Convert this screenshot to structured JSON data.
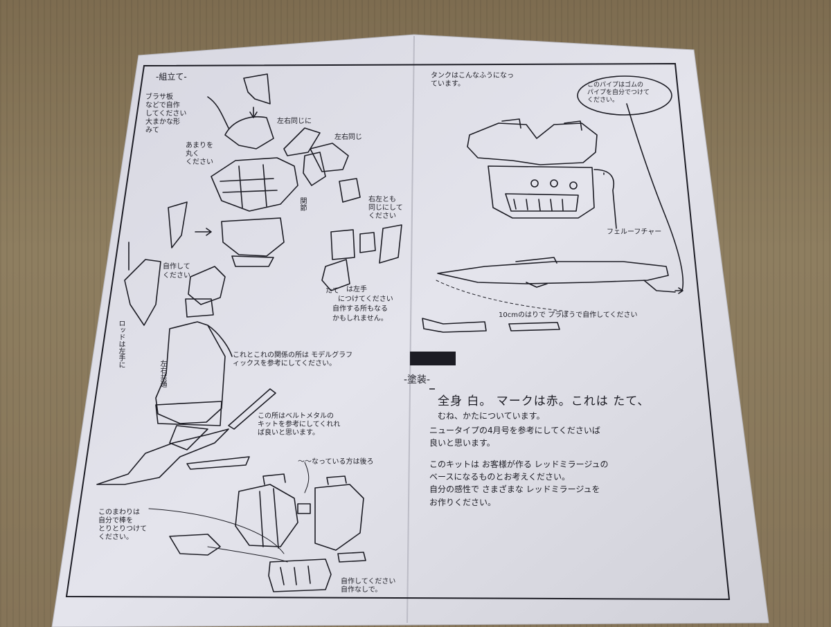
{
  "assembly": {
    "section_title": "-組立て-",
    "note_parts_head": [
      "ブラサ板",
      "などで自作",
      "してください",
      "大まかな形",
      "みて"
    ],
    "note_left_right_1": "左右同じに",
    "note_left_right_2": "左右同じ",
    "note_round": [
      "あまりを",
      "丸く",
      "ください"
    ],
    "note_right_left_same": [
      "右左とも",
      "同じにして",
      "ください"
    ],
    "note_shield": [
      "たて",
      "は左手",
      "につけてください",
      "自作する所もなる",
      "かもしれません。"
    ],
    "note_reference": "これとこれの関係の所は モデルグラフィックスを参考にしてください。",
    "note_metal": [
      "この所はベルトメタルの",
      "キットを参考にしてくれれ",
      "ば良いと思います。"
    ],
    "note_rod": "左右共通",
    "note_left_rod": "ロッドは左手に",
    "note_self_make": [
      "自作して",
      "ください"
    ],
    "note_wave": "〜〜なっている方は後ろ",
    "note_bottom_left": [
      "このまわりは",
      "自分で棒を",
      "とりとりつけて",
      "ください。"
    ],
    "note_bottom_right": [
      "自作してください",
      "自作なしで。"
    ],
    "note_misc_small": "関節"
  },
  "tank": {
    "note_top": [
      "タンクはこんなふうになっ",
      "ています。"
    ],
    "note_bubble": [
      "このパイプはゴムの",
      "パイプを自分でつけて",
      "ください。"
    ],
    "note_fuel": "フェルーフチャー",
    "note_length": "10cmのはりで プラぼうで自作してください"
  },
  "painting": {
    "redacted_label": "",
    "section_title": "-塗装-",
    "lines": [
      "全身 白。 マークは赤。これは たて、",
      "むね、かたについています。",
      "ニュータイプの4月号を参考にしてくださいば",
      "良いと思います。",
      "このキットは お客様が作る レッドミラージュの",
      "ベースになるものとお考えください。",
      "自分の感性で さまざまな レッドミラージュを",
      "お作りください。"
    ]
  }
}
